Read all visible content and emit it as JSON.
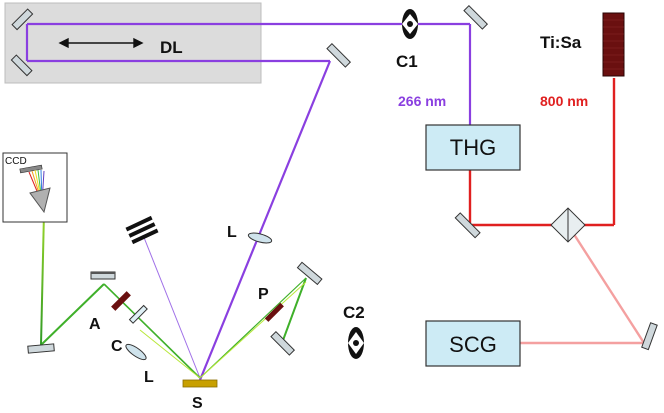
{
  "labels": {
    "delay_line": "DL",
    "chopper_1": "C1",
    "chopper_2": "C2",
    "wavelength_uv": "266 nm",
    "wavelength_ir": "800 nm",
    "laser": "Ti:Sa",
    "thg": "THG",
    "scg": "SCG",
    "ccd": "CCD",
    "lens_top": "L",
    "lens_bottom": "L",
    "analyzer": "A",
    "compensator": "C",
    "polarizer": "P",
    "sample": "S"
  },
  "colors": {
    "uv_beam": "#8a3fe0",
    "ir_beam": "#e02020",
    "ir_beam_faded": "#f4a0a0",
    "white_light": "#3fb02a",
    "white_light_light": "#b8e83a",
    "box_fill": "#cdebf5",
    "delay_stage": "#dcdcdc",
    "crystal": "#6a1010",
    "sample": "#c8a000"
  },
  "icons": [
    "mirror-icon",
    "chopper-icon",
    "lens-icon",
    "beam-dump-icon",
    "prism-icon",
    "beamsplitter-cube-icon"
  ]
}
